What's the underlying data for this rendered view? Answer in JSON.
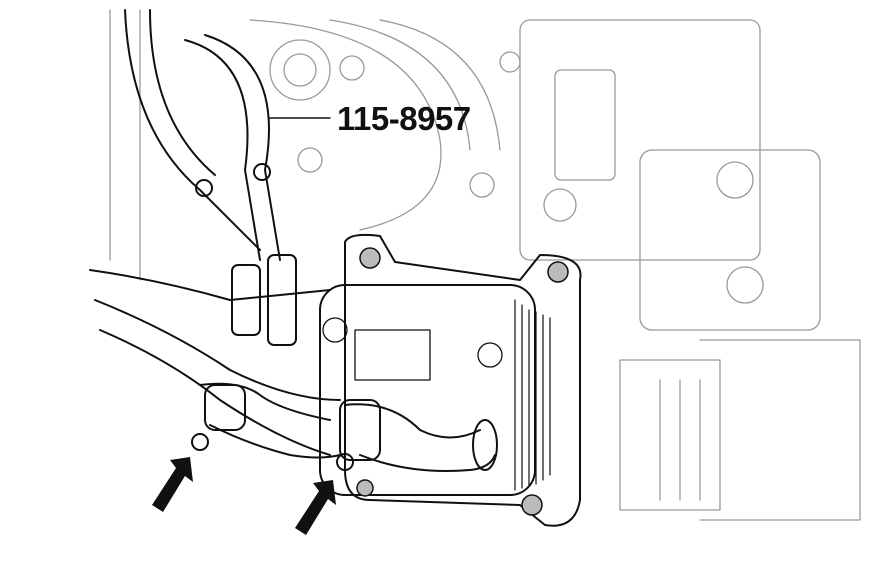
{
  "diagram": {
    "callout_label": "115-8957",
    "subject": "oil cooler with coolant hoses mounted on engine block",
    "arrows": [
      {
        "name": "arrow-left",
        "points_to": "hose clamp bolt left"
      },
      {
        "name": "arrow-right",
        "points_to": "hose clamp bolt right"
      }
    ],
    "colors": {
      "line": "#111111",
      "bolt_fill": "#bbbbbb",
      "background": "#ffffff",
      "faint": "#999999"
    }
  }
}
